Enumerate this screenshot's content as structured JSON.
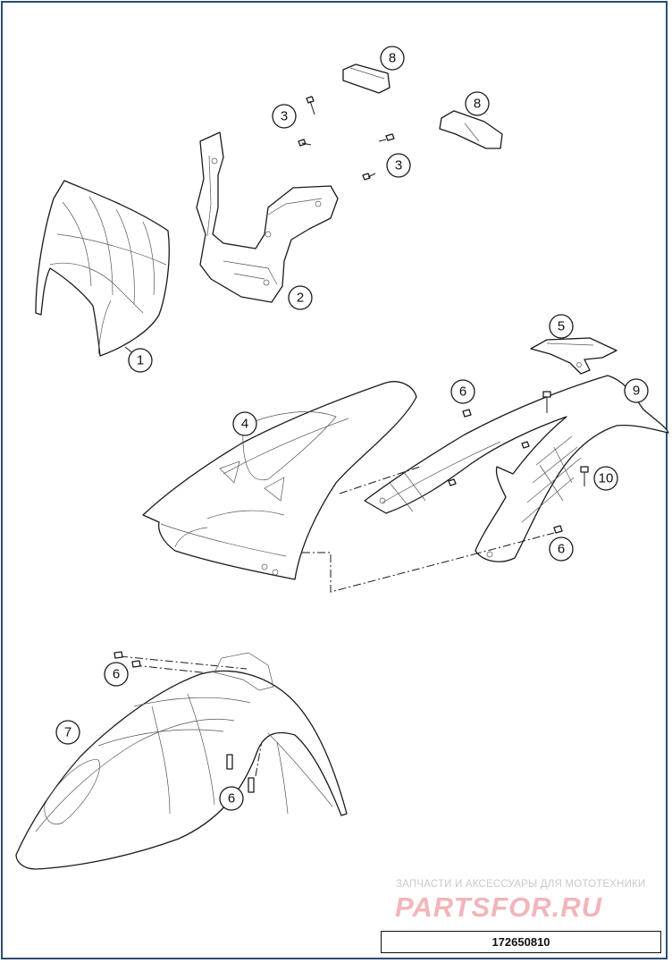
{
  "callouts": [
    {
      "id": "c1",
      "label": "1"
    },
    {
      "id": "c2",
      "label": "2"
    },
    {
      "id": "c3a",
      "label": "3"
    },
    {
      "id": "c3b",
      "label": "3"
    },
    {
      "id": "c4",
      "label": "4"
    },
    {
      "id": "c5",
      "label": "5"
    },
    {
      "id": "c6a",
      "label": "6"
    },
    {
      "id": "c6b",
      "label": "6"
    },
    {
      "id": "c6c",
      "label": "6"
    },
    {
      "id": "c6d",
      "label": "6"
    },
    {
      "id": "c7",
      "label": "7"
    },
    {
      "id": "c8a",
      "label": "8"
    },
    {
      "id": "c8b",
      "label": "8"
    },
    {
      "id": "c9",
      "label": "9"
    },
    {
      "id": "c10",
      "label": "10"
    }
  ],
  "watermark": {
    "caption": "ЗАПЧАСТИ И АКСЕССУАРЫ ДЛЯ МОТОТЕХНИКИ",
    "logo": "PARTSFOR.RU"
  },
  "drawing_number": "172650810",
  "colors": {
    "frame": "#2b4f72",
    "line": "#1a1a1a",
    "watermark": "#e87882"
  }
}
